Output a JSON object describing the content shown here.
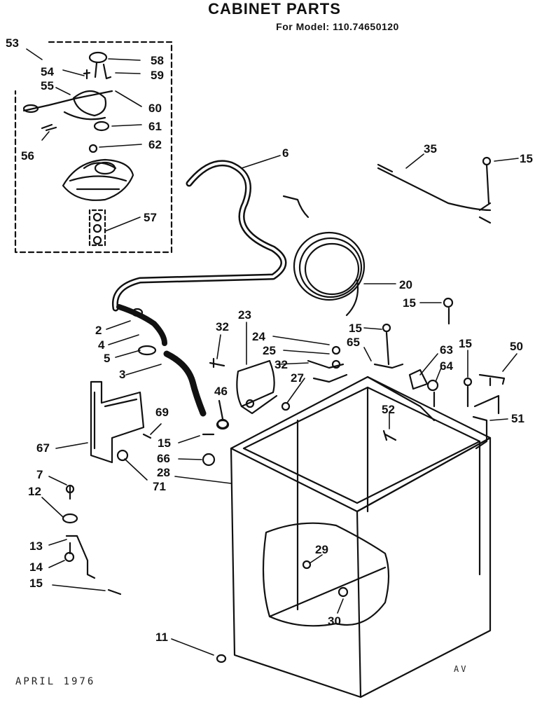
{
  "header": {
    "title": "CABINET PARTS",
    "model_line": "For Model: 110.74650120"
  },
  "footer": {
    "date": "APRIL 1976",
    "code": "AV"
  },
  "callouts": [
    "53",
    "54",
    "55",
    "56",
    "57",
    "58",
    "59",
    "60",
    "61",
    "62",
    "6",
    "35",
    "15",
    "15",
    "20",
    "15",
    "15",
    "65",
    "63",
    "64",
    "15",
    "50",
    "51",
    "52",
    "24",
    "25",
    "23",
    "32",
    "32",
    "27",
    "46",
    "2",
    "4",
    "5",
    "3",
    "67",
    "69",
    "15",
    "66",
    "28",
    "71",
    "7",
    "12",
    "13",
    "14",
    "15",
    "29",
    "30",
    "11"
  ]
}
